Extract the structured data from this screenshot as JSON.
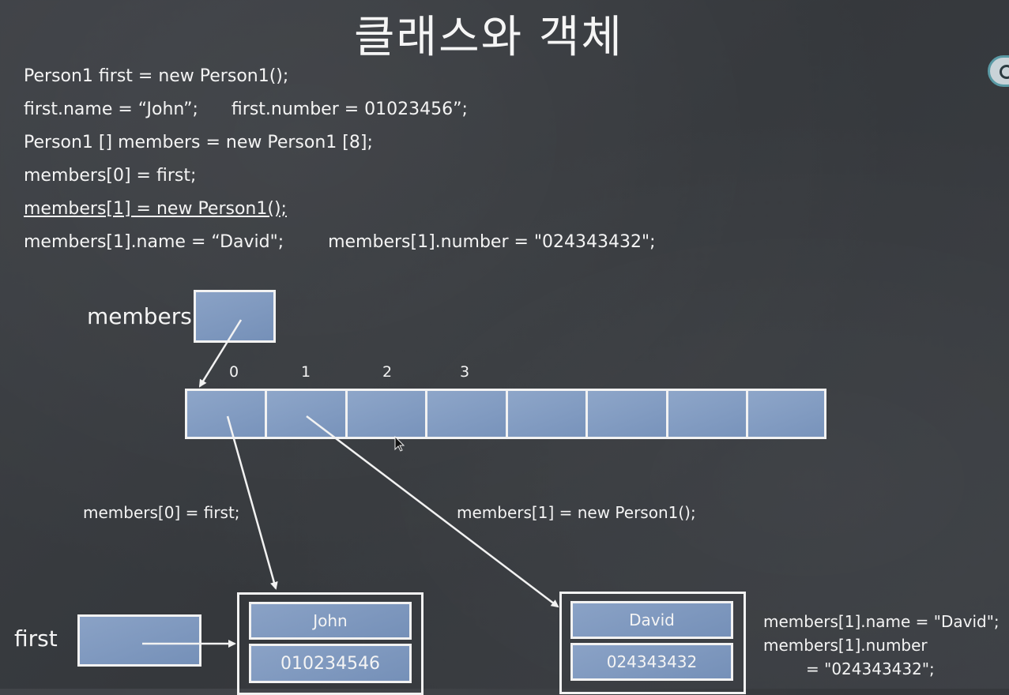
{
  "title": "클래스와 객체",
  "code": [
    "Person1 first = new Person1();",
    "first.name = “John”;      first.number = 01023456”;",
    "Person1 [] members = new Person1 [8];",
    "members[0] = first;",
    "members[1] = new Person1();",
    "members[1].name = “David\";        members[1].number = \"024343432\";"
  ],
  "diagram": {
    "members_label": "members",
    "first_label": "first",
    "indices": [
      "0",
      "1",
      "2",
      "3"
    ],
    "assign0_label": "members[0] = first;",
    "assign1_label": "members[1] = new Person1();",
    "john_name": "John",
    "john_number": "010234546",
    "david_name": "David",
    "david_number": "024343432",
    "note_line1": "members[1].name = \"David\";",
    "note_line2": "members[1].number",
    "note_line3": "= \"024343432\";"
  }
}
